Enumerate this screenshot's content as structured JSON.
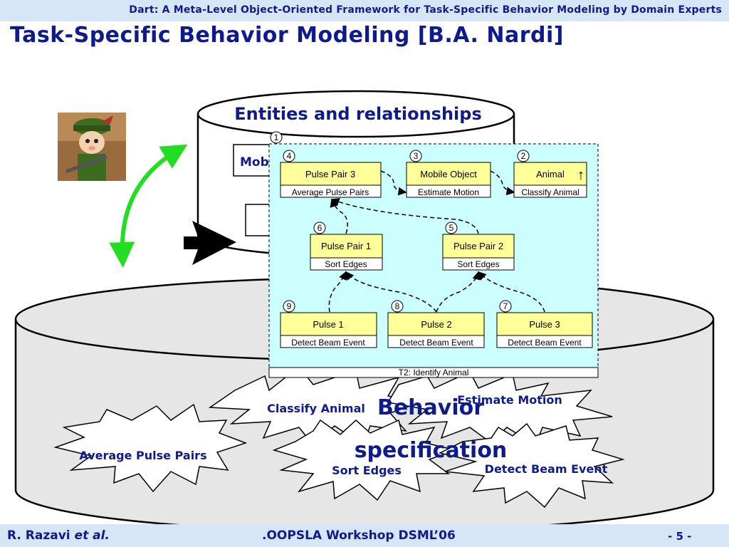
{
  "header": {
    "title": "Dart: A Meta-Level Object-Oriented Framework for Task-Specific Behavior Modeling by Domain Experts"
  },
  "slide": {
    "title": "Task-Specific Behavior Modeling [B.A. Nardi]"
  },
  "top_cylinder": {
    "label": "Entities and relationships",
    "partial_box_text": "Mob"
  },
  "diagram_panel": {
    "panel_number": "1",
    "caption": "T2: Identify Animal",
    "nodes": [
      {
        "num": "4",
        "name": "Pulse Pair 3",
        "action": "Average Pulse Pairs"
      },
      {
        "num": "3",
        "name": "Mobile Object",
        "action": "Estimate Motion"
      },
      {
        "num": "2",
        "name": "Animal",
        "action": "Classify Animal"
      },
      {
        "num": "6",
        "name": "Pulse Pair 1",
        "action": "Sort Edges"
      },
      {
        "num": "5",
        "name": "Pulse Pair 2",
        "action": "Sort Edges"
      },
      {
        "num": "9",
        "name": "Pulse 1",
        "action": "Detect Beam Event"
      },
      {
        "num": "8",
        "name": "Pulse 2",
        "action": "Detect Beam Event"
      },
      {
        "num": "7",
        "name": "Pulse 3",
        "action": "Detect Beam Event"
      }
    ],
    "animal_arrow_glyph": "↑"
  },
  "bottom_cylinder": {
    "label_line1": "Behavior",
    "label_line2": "specification",
    "bursts": [
      "Classify Animal",
      "Estimate Motion",
      "Average Pulse Pairs",
      "Sort Edges",
      "Detect Beam Event"
    ]
  },
  "footer": {
    "authors": "R. Razavi",
    "et_al": "et al.",
    "venue": ".OOPSLA Workshop DSML’06",
    "page": "- 5 -"
  },
  "colors": {
    "header_bg": "#d7e6f7",
    "title_blue": "#0d1b8c",
    "panel_bg": "#ccffff",
    "node_bg": "#ffff99",
    "green_arrow": "#22dd22",
    "cylinder_fill": "#e6e6e6"
  }
}
